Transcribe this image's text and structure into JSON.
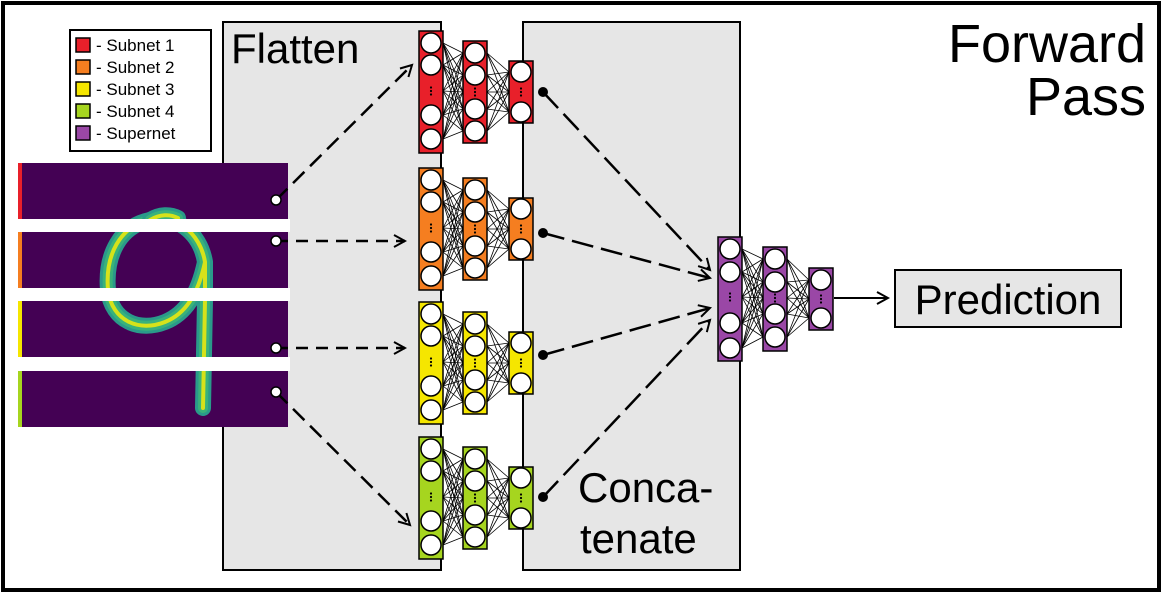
{
  "title_line1": "Forward",
  "title_line2": "Pass",
  "flatten_label": "Flatten",
  "concat_line1": "Conca-",
  "concat_line2": "tenate",
  "prediction_label": "Prediction",
  "legend": [
    {
      "label": "- Subnet 1",
      "color": "#e8202a"
    },
    {
      "label": "- Subnet 2",
      "color": "#f57e20"
    },
    {
      "label": "- Subnet 3",
      "color": "#f5e600"
    },
    {
      "label": "- Subnet 4",
      "color": "#a6d51f"
    },
    {
      "label": "- Supernet",
      "color": "#9a47a6"
    }
  ],
  "colors": {
    "panel_fill": "#e6e6e6",
    "digit_background": "#440154",
    "digit_stroke_outer": "#2a9a8a",
    "digit_stroke_inner": "#d6e21a"
  },
  "image": {
    "description_icon": "handwritten-digit-nine-viridis",
    "strip_count": 4
  }
}
